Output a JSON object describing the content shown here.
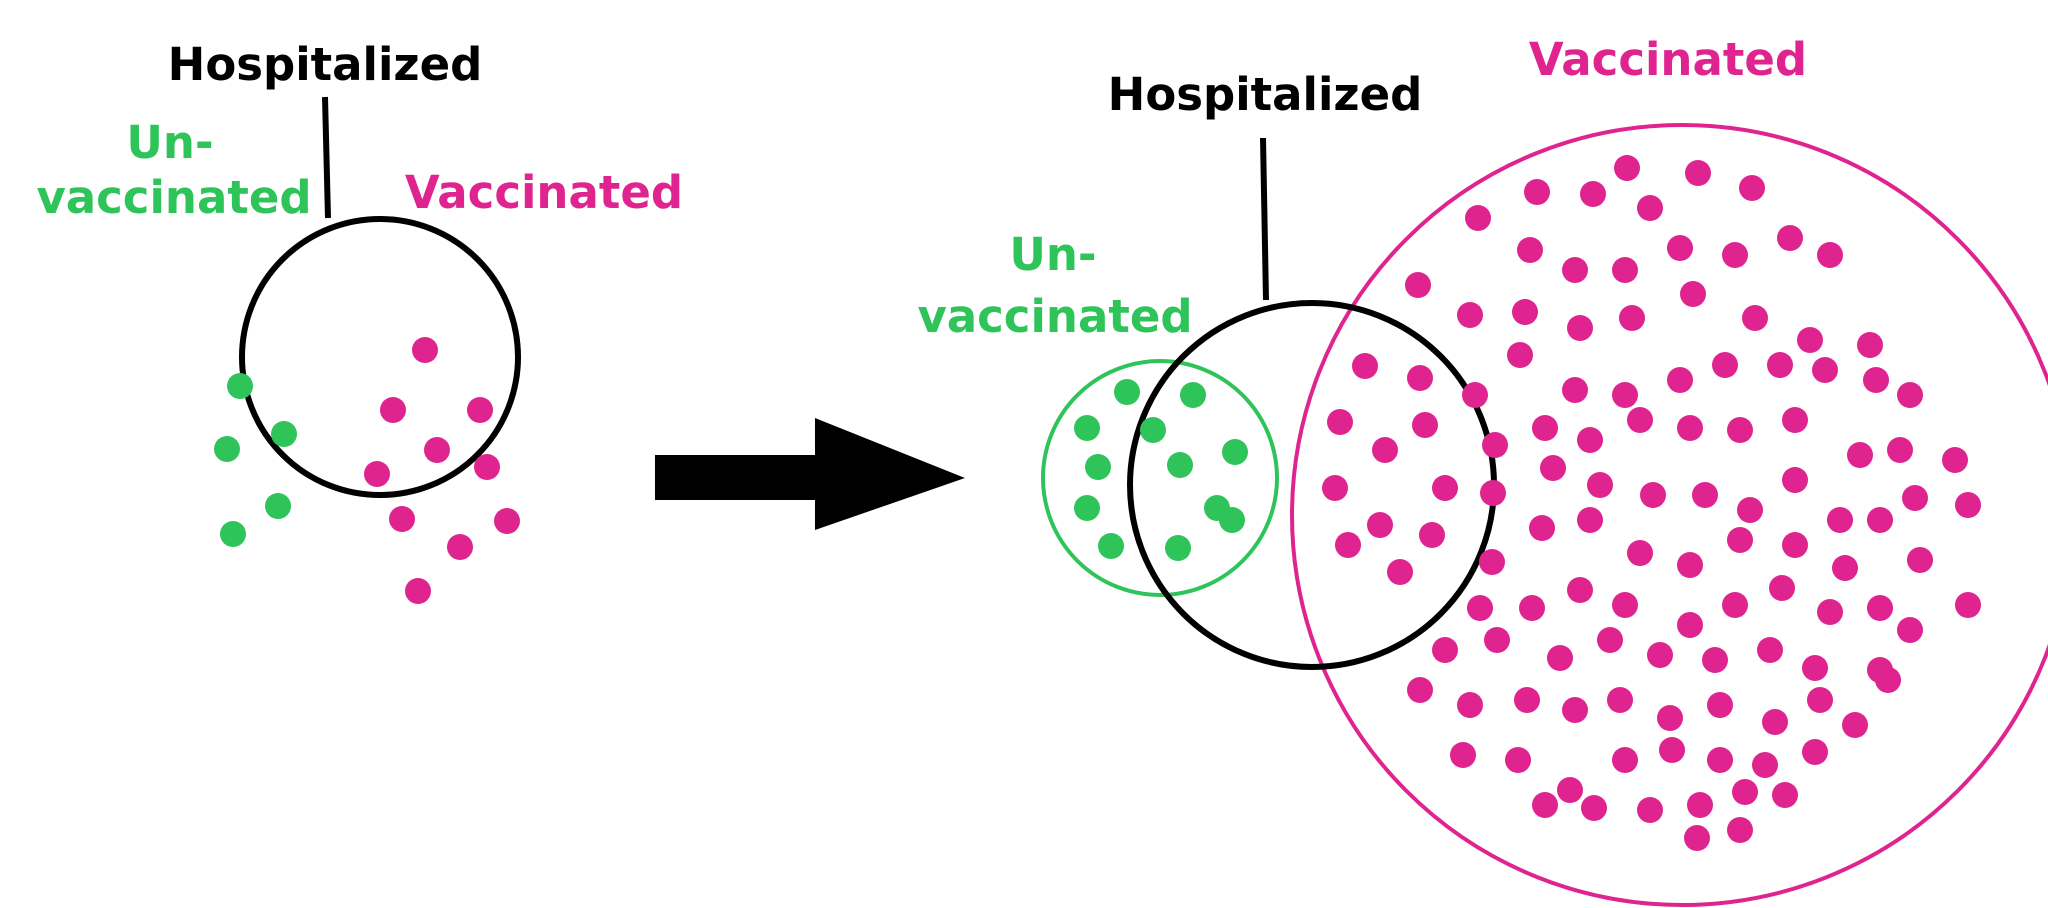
{
  "colors": {
    "unvaccinated": "#2ec45a",
    "vaccinated": "#e0248f",
    "hospitalized": "#000000",
    "background": "#ffffff"
  },
  "left_panel": {
    "hospitalized_label": "Hospitalized",
    "unvaccinated_label_line1": "Un-",
    "unvaccinated_label_line2": "vaccinated",
    "vaccinated_label": "Vaccinated",
    "unvaccinated_dot_count": 5,
    "vaccinated_dot_count": 10
  },
  "arrow": {
    "icon": "right-arrow-icon"
  },
  "right_panel": {
    "hospitalized_label": "Hospitalized",
    "unvaccinated_label_line1": "Un-",
    "unvaccinated_label_line2": "vaccinated",
    "vaccinated_label": "Vaccinated"
  }
}
